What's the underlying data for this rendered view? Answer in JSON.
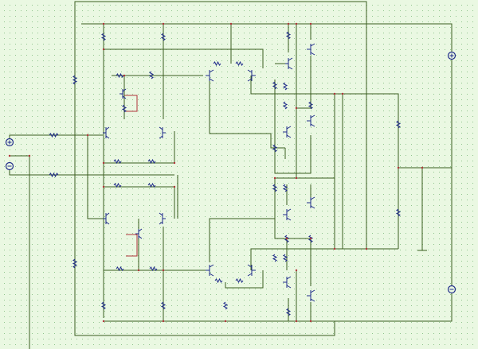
{
  "schematic": {
    "wire_color": "#3b5e20",
    "device_color": "#1f2b8a",
    "node_color": "#b0343a",
    "grid_color": "#8fc48c",
    "background": "#eaf8e2",
    "sources": [
      {
        "id": "vin-plus-source"
      },
      {
        "id": "vin-minus-source"
      },
      {
        "id": "vcc-source"
      },
      {
        "id": "vee-source"
      }
    ]
  }
}
